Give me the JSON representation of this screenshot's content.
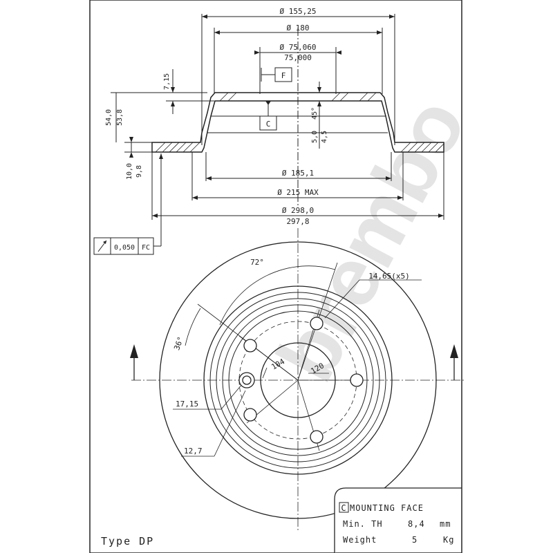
{
  "top_view": {
    "dia_155": "Ø 155,25",
    "dia_180": "Ø 180",
    "dia_75_upper": "Ø 75,060",
    "dia_75_lower": "75,000",
    "dim_7_15": "7,15",
    "datum_f": "F",
    "datum_c": "C",
    "dim_54_0": "54,0",
    "dim_53_8": "53,8",
    "dim_5_0": "5,0",
    "dim_4_5": "4,5",
    "chamfer": "45°",
    "dim_10_0": "10,0",
    "dim_9_8": "9,8",
    "dia_185": "Ø 185,1",
    "dia_215": "Ø 215 MAX",
    "dia_298": "Ø 298,0",
    "dia_297": "297,8"
  },
  "tolerance": {
    "value": "0,050",
    "datum": "FC"
  },
  "front_view": {
    "angle_72": "72°",
    "angle_36": "36°",
    "hole_spec": "14,65(x5)",
    "pcd_104": "104",
    "pcd_120": "120",
    "dim_17_15": "17,15",
    "dim_12_7": "12,7"
  },
  "info_box": {
    "mounting_c": "C",
    "mounting_face": "MOUNTING FACE",
    "min_label": "Min. TH",
    "min_value": "8,4",
    "min_unit": "mm",
    "weight_label": "Weight",
    "weight_value": "5",
    "weight_unit": "Kg"
  },
  "type_label": "Type DP",
  "watermark": "brembo",
  "colors": {
    "line": "#222222",
    "watermark": "#e6e6e6",
    "background": "#ffffff"
  }
}
